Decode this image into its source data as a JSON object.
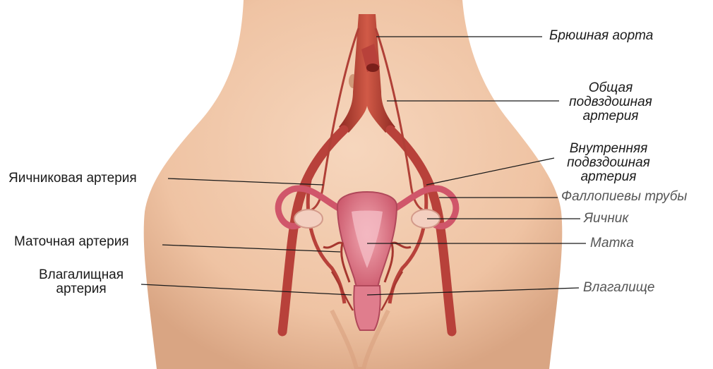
{
  "colors": {
    "background": "#ffffff",
    "skin": "#f2c9a9",
    "skin_shade": "#d9a583",
    "artery": "#c84a3a",
    "artery_dark": "#8e2a22",
    "uterus": "#d9677a",
    "uterus_light": "#f0a5b0",
    "ovary": "#f3cfc0",
    "leader_line": "#1a1a1a",
    "label_dark": "#1a1a1a",
    "label_gray": "#555555"
  },
  "labels": {
    "abdominal_aorta": "Брюшная аорта",
    "common_iliac_line1": "Общая",
    "common_iliac_line2": "подвздошная",
    "common_iliac_line3": "артерия",
    "internal_iliac_line1": "Внутренняя",
    "internal_iliac_line2": "подвздошная",
    "internal_iliac_line3": "артерия",
    "fallopian_tubes": "Фаллопиевы трубы",
    "ovary": "Яичник",
    "uterus": "Матка",
    "vagina": "Влагалище",
    "ovarian_artery": "Яичниковая артерия",
    "uterine_artery": "Маточная артерия",
    "vaginal_artery_line1": "Влагалищная",
    "vaginal_artery_line2": "артерия"
  }
}
